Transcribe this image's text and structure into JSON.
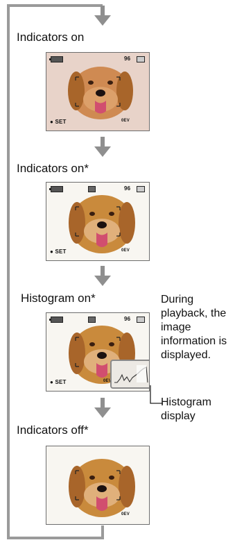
{
  "steps": [
    {
      "label": "Indicators on",
      "count": "96",
      "set": "● SET",
      "ev": "0EV",
      "tint": "#d9c6bd"
    },
    {
      "label": "Indicators on*",
      "count": "96",
      "set": "● SET",
      "ev": "0EV",
      "tint": "#f7f5ef"
    },
    {
      "label": "Histogram on*",
      "count": "96",
      "set": "● SET",
      "ev": "0EV",
      "tint": "#f7f5ef"
    },
    {
      "label": "Indicators off*",
      "count": "",
      "set": "",
      "ev": "0EV",
      "tint": "#f7f5ef"
    }
  ],
  "notes": {
    "playback": [
      "During",
      "playback, the",
      "image",
      "information is",
      "displayed."
    ],
    "histogram": [
      "Histogram",
      "display"
    ]
  },
  "colors": {
    "line": "#9a9a9a",
    "arrow": "#8f8f8f",
    "dog_fur": "#c98a3c",
    "dog_shadow": "#a8652a"
  }
}
